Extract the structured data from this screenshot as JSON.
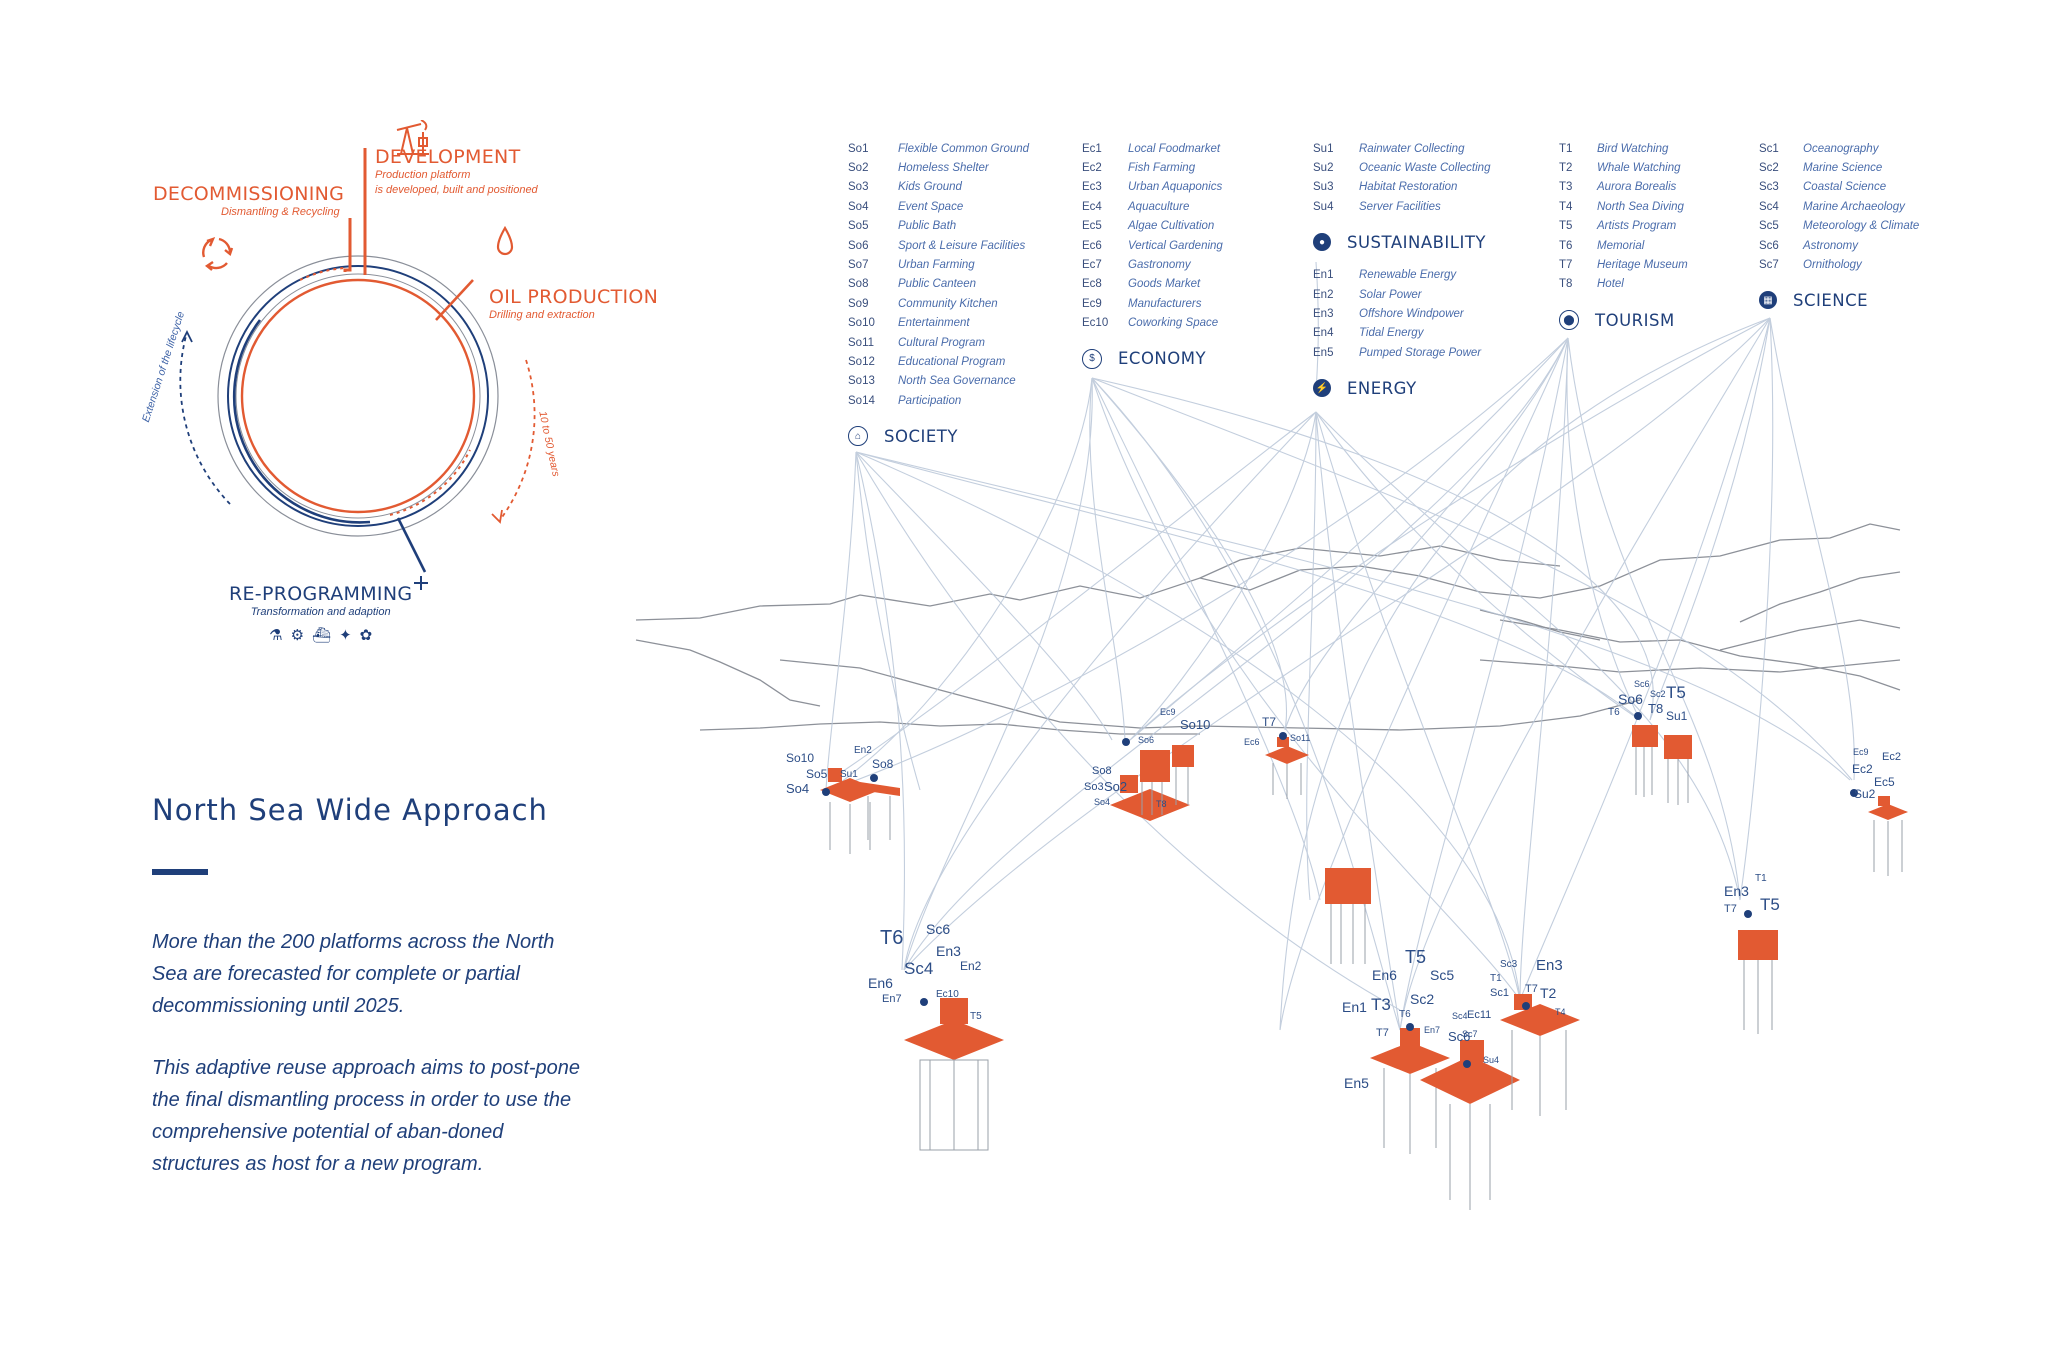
{
  "lifecycle": {
    "decommissioning": {
      "title": "DECOMMISSIONING",
      "subtitle": "Dismantling & Recycling"
    },
    "development": {
      "title": "DEVELOPMENT",
      "subtitle_line1": "Production platform",
      "subtitle_line2": "is developed, built and positioned"
    },
    "oil_production": {
      "title": "OIL PRODUCTION",
      "subtitle": "Drilling and extraction"
    },
    "reprogramming": {
      "title": "RE-PROGRAMMING",
      "subtitle": "Transformation and adaption"
    },
    "duration_label": "10 to 50 years",
    "extension_label": "Extension of the lifecycle",
    "colors": {
      "orange": "#e25a32",
      "navy": "#1f3f7a"
    }
  },
  "intro": {
    "heading": "North Sea Wide Approach",
    "paragraph1": "More than the 200 platforms across the North Sea are forecasted for complete or partial decommissioning until 2025.",
    "paragraph2": "This adaptive reuse approach aims to post-pone the final dismantling process in order to use the comprehensive potential of aban-doned structures as host for a new program."
  },
  "categories": {
    "society": {
      "label": "SOCIETY",
      "icon": "society-icon",
      "items": [
        {
          "code": "So1",
          "name": "Flexible Common Ground"
        },
        {
          "code": "So2",
          "name": "Homeless Shelter"
        },
        {
          "code": "So3",
          "name": "Kids Ground"
        },
        {
          "code": "So4",
          "name": "Event Space"
        },
        {
          "code": "So5",
          "name": "Public Bath"
        },
        {
          "code": "So6",
          "name": "Sport & Leisure Facilities"
        },
        {
          "code": "So7",
          "name": "Urban Farming"
        },
        {
          "code": "So8",
          "name": "Public Canteen"
        },
        {
          "code": "So9",
          "name": "Community Kitchen"
        },
        {
          "code": "So10",
          "name": "Entertainment"
        },
        {
          "code": "So11",
          "name": "Cultural Program"
        },
        {
          "code": "So12",
          "name": "Educational Program"
        },
        {
          "code": "So13",
          "name": "North Sea Governance"
        },
        {
          "code": "So14",
          "name": "Participation"
        }
      ]
    },
    "economy": {
      "label": "ECONOMY",
      "icon": "economy-icon",
      "items": [
        {
          "code": "Ec1",
          "name": "Local Foodmarket"
        },
        {
          "code": "Ec2",
          "name": "Fish Farming"
        },
        {
          "code": "Ec3",
          "name": "Urban Aquaponics"
        },
        {
          "code": "Ec4",
          "name": "Aquaculture"
        },
        {
          "code": "Ec5",
          "name": "Algae Cultivation"
        },
        {
          "code": "Ec6",
          "name": "Vertical Gardening"
        },
        {
          "code": "Ec7",
          "name": "Gastronomy"
        },
        {
          "code": "Ec8",
          "name": "Goods Market"
        },
        {
          "code": "Ec9",
          "name": "Manufacturers"
        },
        {
          "code": "Ec10",
          "name": "Coworking Space"
        }
      ]
    },
    "sustainability": {
      "label": "SUSTAINABILITY",
      "icon": "water-drop-icon",
      "items": [
        {
          "code": "Su1",
          "name": "Rainwater Collecting"
        },
        {
          "code": "Su2",
          "name": "Oceanic Waste Collecting"
        },
        {
          "code": "Su3",
          "name": "Habitat Restoration"
        },
        {
          "code": "Su4",
          "name": "Server Facilities"
        }
      ]
    },
    "energy": {
      "label": "ENERGY",
      "icon": "lightning-icon",
      "items": [
        {
          "code": "En1",
          "name": "Renewable Energy"
        },
        {
          "code": "En2",
          "name": "Solar Power"
        },
        {
          "code": "En3",
          "name": "Offshore Windpower"
        },
        {
          "code": "En4",
          "name": "Tidal Energy"
        },
        {
          "code": "En5",
          "name": "Pumped Storage Power"
        }
      ]
    },
    "tourism": {
      "label": "TOURISM",
      "icon": "location-pin-icon",
      "items": [
        {
          "code": "T1",
          "name": "Bird Watching"
        },
        {
          "code": "T2",
          "name": "Whale Watching"
        },
        {
          "code": "T3",
          "name": "Aurora Borealis"
        },
        {
          "code": "T4",
          "name": "North Sea Diving"
        },
        {
          "code": "T5",
          "name": "Artists Program"
        },
        {
          "code": "T6",
          "name": "Memorial"
        },
        {
          "code": "T7",
          "name": "Heritage Museum"
        },
        {
          "code": "T8",
          "name": "Hotel"
        }
      ]
    },
    "science": {
      "label": "SCIENCE",
      "icon": "science-icon",
      "items": [
        {
          "code": "Sc1",
          "name": "Oceanography"
        },
        {
          "code": "Sc2",
          "name": "Marine Science"
        },
        {
          "code": "Sc3",
          "name": "Coastal Science"
        },
        {
          "code": "Sc4",
          "name": "Marine Archaeology"
        },
        {
          "code": "Sc5",
          "name": "Meteorology & Climate"
        },
        {
          "code": "Sc6",
          "name": "Astronomy"
        },
        {
          "code": "Sc7",
          "name": "Ornithology"
        }
      ]
    }
  },
  "platforms": [
    {
      "id": "p1",
      "labels": [
        "So10",
        "So5",
        "So4",
        "En2",
        "So8",
        "Su1"
      ]
    },
    {
      "id": "p2",
      "labels": [
        "So8",
        "So3",
        "So2",
        "So4",
        "So10",
        "Ec9",
        "So6",
        "T8"
      ]
    },
    {
      "id": "p3",
      "labels": [
        "T7",
        "Ec6",
        "So11"
      ]
    },
    {
      "id": "p4",
      "labels": [
        "So6",
        "T5",
        "T6",
        "T8",
        "Su1",
        "Sc6",
        "Sc2"
      ]
    },
    {
      "id": "p5",
      "labels": [
        "Ec9",
        "Ec2",
        "Ec2",
        "Ec5",
        "Su2"
      ]
    },
    {
      "id": "p6",
      "labels": [
        "En3",
        "T1",
        "T7",
        "T5"
      ]
    },
    {
      "id": "p7",
      "labels": [
        "T6",
        "Sc6",
        "En3",
        "En2",
        "Sc4",
        "En6",
        "En7",
        "Ec10",
        "T5"
      ]
    },
    {
      "id": "p8",
      "labels": [
        "T5",
        "En6",
        "Sc5",
        "En1",
        "T3",
        "Sc2",
        "T6",
        "T7",
        "En7",
        "En5"
      ]
    },
    {
      "id": "p9",
      "labels": [
        "Sc3",
        "En3",
        "T1",
        "Sc1",
        "T7",
        "T2",
        "T4",
        "Ec11",
        "Sc4",
        "Sc7",
        "Sc6",
        "Su4"
      ]
    }
  ]
}
